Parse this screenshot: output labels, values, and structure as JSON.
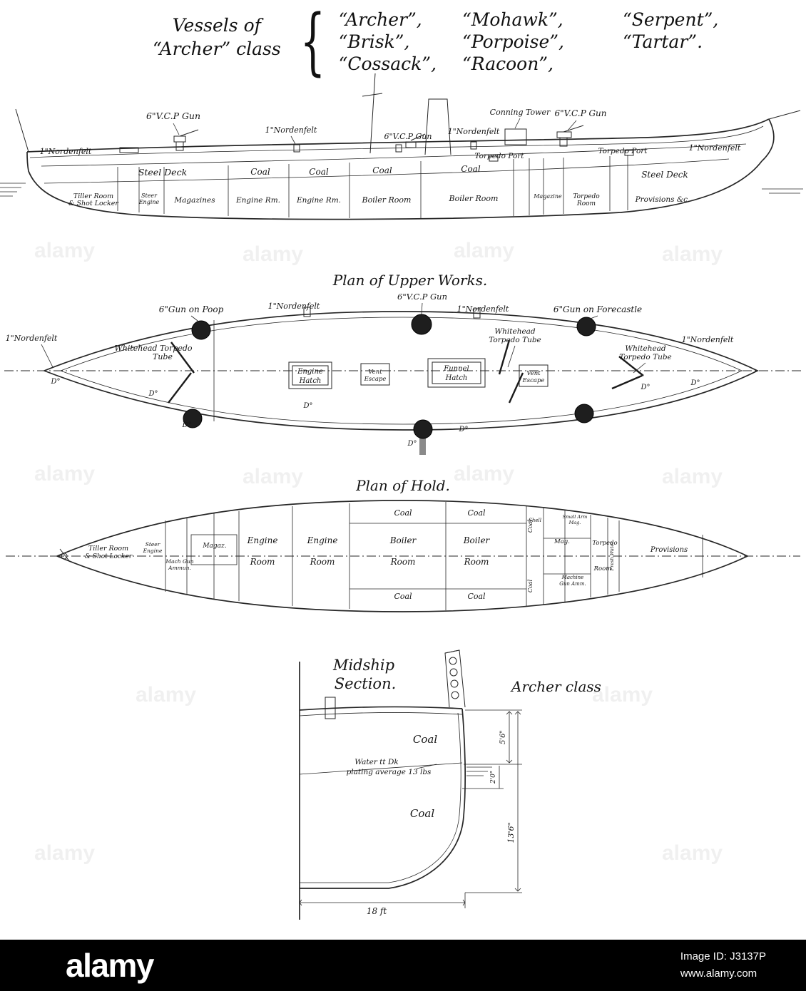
{
  "header": {
    "intro": [
      "Vessels of",
      "“Archer” class"
    ],
    "brace": "{",
    "columns": [
      [
        "“Archer”,",
        "“Brisk”,",
        "“Cossack”,"
      ],
      [
        "“Mohawk”,",
        "“Porpoise”,",
        "“Racoon”,"
      ],
      [
        "“Serpent”,",
        "“Tartar”."
      ]
    ]
  },
  "profile": {
    "nordenfelt_left": "1\"Nordenfelt",
    "gun_poop": "6\"V.C.P Gun",
    "nordenfelt_mid1": "1\"Nordenfelt",
    "gun_mid": "6\"V.C.P Gun",
    "nordenfelt_mid2": "1\"Nordenfelt",
    "conning_tower": "Conning Tower",
    "gun_fc": "6\"V.C.P Gun",
    "torpedo_port_aft": "Torpedo Port",
    "torpedo_port_fwd": "Torpedo Port",
    "nordenfelt_right": "1\"Nordenfelt",
    "steel_deck_left": "Steel Deck",
    "steel_deck_right": "Steel Deck",
    "coal": "Coal",
    "tiller_line1": "Tiller Room",
    "tiller_line2": "& Shot Locker",
    "steer_line1": "Steer",
    "steer_line2": "Engine",
    "magazines": "Magazines",
    "engine_rm": "Engine Rm.",
    "boiler_room": "Boiler Room",
    "magazine_aft": "Magazine",
    "torpedo_room_1": "Torpedo",
    "torpedo_room_2": "Room",
    "provisions": "Provisions &c."
  },
  "upper": {
    "title": "Plan of Upper Works.",
    "gun_poop": "6\"Gun on Poop",
    "nordenfelt": "1\"Nordenfelt",
    "gun_mid": "6\"V.C.P Gun",
    "gun_fc": "6\"Gun on Forecastle",
    "whitehead_1a": "Whitehead Torpedo",
    "whitehead_1b": "Tube",
    "whitehead_2a": "Whitehead",
    "whitehead_2b": "Torpedo Tube",
    "whitehead_3a": "Whitehead",
    "whitehead_3b": "Torpedo Tube",
    "engine_hatch_1": "Engine",
    "engine_hatch_2": "Hatch",
    "vent": "Vent",
    "escape": "Escape",
    "funnel_hatch_1": "Funnel",
    "funnel_hatch_2": "Hatch",
    "ditto": "D°"
  },
  "hold": {
    "title": "Plan of Hold.",
    "tiller_1": "Tiller Room",
    "tiller_2": "& Shot Locker",
    "steer_1": "Steer",
    "steer_2": "Engine",
    "mach_1": "Mach Gun",
    "mach_2": "Ammun.",
    "magaz": "Magaz.",
    "engine": "Engine",
    "boiler": "Boiler",
    "room": "Room",
    "coal": "Coal",
    "shell": "Shell",
    "small_arm_1": "Small Arm",
    "small_arm_2": "Mag.",
    "mag": "Mag.",
    "torpedo": "Torpedo",
    "machine_1": "Machine",
    "machine_2": "Gun Amm.",
    "fresh_water": "Fresh Water",
    "provisions": "Provisions"
  },
  "midship": {
    "title_1": "Midship",
    "title_2": "Section.",
    "class_label": "Archer class",
    "coal": "Coal",
    "plating_1": "Water tt Dk",
    "plating_2": "plating average 13 lbs",
    "dim_a": "5'6\"",
    "dim_b": "2'0\"",
    "dim_c": "13'6\"",
    "dim_d": "18 ft"
  },
  "footer": {
    "brand": "alamy",
    "image_id": "Image ID: J3137P",
    "url": "www.alamy.com"
  }
}
